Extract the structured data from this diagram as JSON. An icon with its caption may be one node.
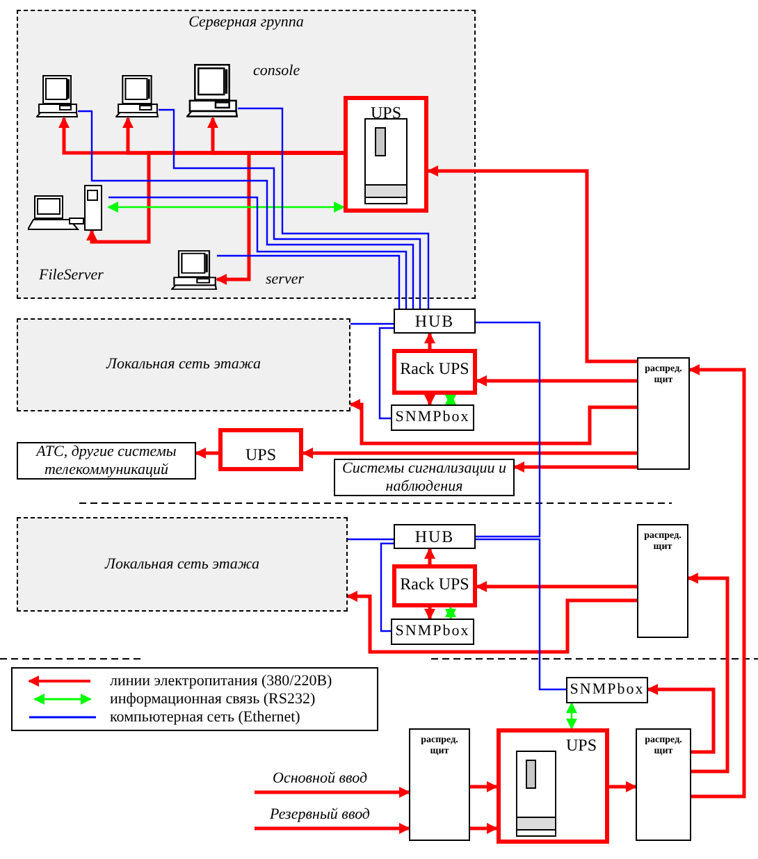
{
  "diagram": {
    "nodes": [
      {
        "text": [
          "Серверная группа"
        ]
      },
      {
        "text": [],
        "shape": "computer",
        "in": 0
      },
      {
        "text": [],
        "shape": "computer",
        "in": 0
      },
      {
        "text": [],
        "shape": "computer",
        "in": 0,
        "beside": [
          "console"
        ]
      },
      {
        "text": [
          "UPS"
        ],
        "in": 0
      },
      {
        "text": [],
        "shape": "computer",
        "in": 0,
        "beside": [
          "FileServer"
        ]
      },
      {
        "text": [],
        "shape": "computer",
        "in": 0,
        "beside": [
          "server"
        ]
      },
      {
        "text": [
          "HUB"
        ]
      },
      {
        "text": [
          "Локальная сеть этажа"
        ]
      },
      {
        "text": [
          "Rack UPS"
        ]
      },
      {
        "text": [
          "SNMPbox"
        ]
      },
      {
        "text": [
          "распред. щит"
        ]
      },
      {
        "text": [
          "АТС, другие системы телекоммуникаций"
        ]
      },
      {
        "text": [
          "UPS"
        ]
      },
      {
        "text": [
          "Системы сигнализации и наблюдения"
        ]
      },
      {
        "text": [
          "Локальная сеть этажа"
        ]
      },
      {
        "text": [
          "HUB"
        ]
      },
      {
        "text": [
          "Rack UPS"
        ]
      },
      {
        "text": [
          "SNMPbox"
        ]
      },
      {
        "text": [
          "распред. щит"
        ]
      },
      {
        "text": [
          "SNMPbox"
        ]
      },
      {
        "text": [
          "распред. щит"
        ]
      },
      {
        "text": [
          "UPS"
        ]
      },
      {
        "text": [
          "распред. щит"
        ]
      }
    ],
    "edges": [
      {
        "from": 4,
        "to": 1,
        "arrow": "to"
      },
      {
        "from": 4,
        "to": 2,
        "arrow": "to"
      },
      {
        "from": 4,
        "to": 3,
        "arrow": "to"
      },
      {
        "from": 4,
        "to": 5,
        "arrow": "to"
      },
      {
        "from": 4,
        "to": 6,
        "arrow": "to"
      },
      {
        "from": 5,
        "to": 4,
        "arrow": "both",
        "color": "#00ff00"
      },
      {
        "from": 11,
        "to": 4,
        "arrow": "to"
      },
      {
        "from": 1,
        "to": 7,
        "arrow": "none",
        "color": "#0000ff"
      },
      {
        "from": 2,
        "to": 7,
        "arrow": "none",
        "color": "#0000ff"
      },
      {
        "from": 3,
        "to": 7,
        "arrow": "none",
        "color": "#0000ff"
      },
      {
        "from": 5,
        "to": 7,
        "arrow": "none",
        "color": "#0000ff"
      },
      {
        "from": 6,
        "to": 7,
        "arrow": "none",
        "color": "#0000ff"
      },
      {
        "from": 8,
        "to": 7,
        "arrow": "none",
        "color": "#0000ff"
      },
      {
        "from": 7,
        "to": 10,
        "arrow": "none",
        "color": "#0000ff"
      },
      {
        "from": 9,
        "to": 7,
        "arrow": "to"
      },
      {
        "from": 9,
        "to": 10,
        "arrow": "to"
      },
      {
        "from": 9,
        "to": 10,
        "arrow": "both",
        "color": "#00ff00"
      },
      {
        "from": 11,
        "to": 9,
        "arrow": "to"
      },
      {
        "from": 11,
        "to": 8,
        "arrow": "to"
      },
      {
        "from": 11,
        "to": 13,
        "arrow": "to"
      },
      {
        "from": 11,
        "to": 14,
        "arrow": "to"
      },
      {
        "from": 13,
        "to": 12,
        "arrow": "to"
      },
      {
        "from": 15,
        "to": 16,
        "arrow": "none",
        "color": "#0000ff"
      },
      {
        "from": 16,
        "to": 18,
        "arrow": "none",
        "color": "#0000ff"
      },
      {
        "from": 17,
        "to": 16,
        "arrow": "to"
      },
      {
        "from": 17,
        "to": 18,
        "arrow": "to"
      },
      {
        "from": 17,
        "to": 18,
        "arrow": "both",
        "color": "#00ff00"
      },
      {
        "from": 19,
        "to": 17,
        "arrow": "to"
      },
      {
        "from": 19,
        "to": 15,
        "arrow": "to"
      },
      {
        "from": 7,
        "to": 16,
        "arrow": "none",
        "color": "#0000ff"
      },
      {
        "from": 16,
        "to": 20,
        "arrow": "none",
        "color": "#0000ff"
      },
      {
        "from": 23,
        "to": 20,
        "arrow": "to"
      },
      {
        "from": 23,
        "to": 19,
        "arrow": "to"
      },
      {
        "from": 23,
        "to": 11,
        "arrow": "to"
      },
      {
        "from": 20,
        "to": 22,
        "arrow": "both",
        "color": "#00ff00"
      },
      {
        "from": 21,
        "to": 22,
        "arrow": "to"
      },
      {
        "from": 21,
        "to": 22,
        "arrow": "to"
      },
      {
        "from": 22,
        "to": 23,
        "arrow": "to"
      },
      {
        "from": null,
        "to": 21,
        "arrow": "to",
        "label": "Основной ввод"
      },
      {
        "from": null,
        "to": 21,
        "arrow": "to",
        "label": "Резервный ввод"
      }
    ],
    "legend": [
      {
        "text": "линии электропитания (380/220В)"
      },
      {
        "text": "информационная связь (RS232)"
      },
      {
        "text": "компьютерная сеть (Ethernet)"
      }
    ]
  }
}
